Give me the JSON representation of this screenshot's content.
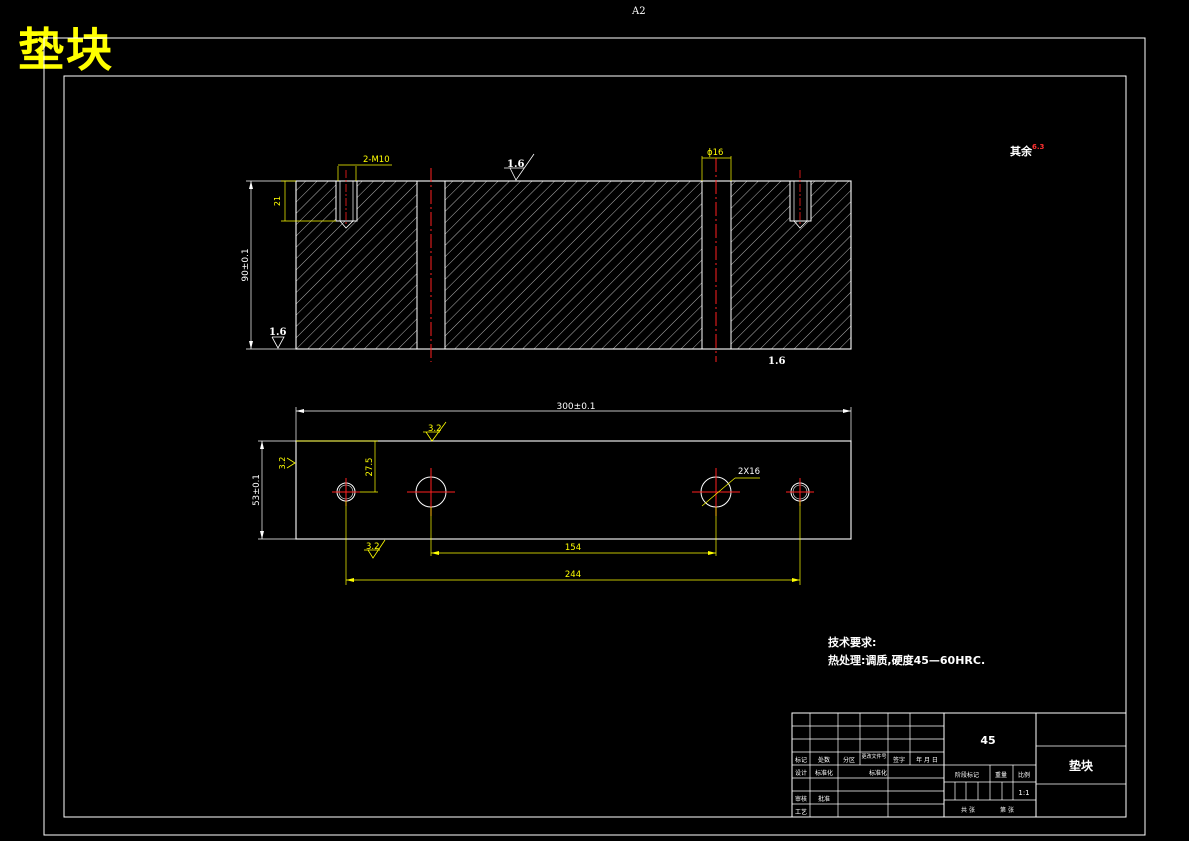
{
  "drawing": {
    "title": "垫块",
    "sheet_size": "A2",
    "other_roughness": "其余",
    "other_roughness_value": "6.3"
  },
  "front_view": {
    "dim_thread": "2-M10",
    "dim_thread_depth": "21",
    "dim_height": "90±0.1",
    "dim_bore": "ϕ16",
    "roughness_top": "1.6",
    "roughness_left": "1.6",
    "roughness_bottom": "1.6"
  },
  "top_view": {
    "dim_length": "300±0.1",
    "dim_width": "53±0.1",
    "dim_hole_offset": "27.5",
    "dim_bores": "2X16",
    "dim_bore_spacing": "154",
    "dim_thread_spacing": "244",
    "roughness_top": "3.2",
    "roughness_left": "3.2",
    "roughness_bottom": "3.2"
  },
  "tech_requirements": {
    "heading": "技术要求:",
    "line1": "热处理:调质,硬度45—60HRC."
  },
  "title_block": {
    "material": "45",
    "part_name": "垫块",
    "scale": "1:1",
    "h_mark": "标记",
    "h_count": "处数",
    "h_zone": "分区",
    "h_docno": "更改文件号",
    "h_sign": "签字",
    "h_date": "年 月 日",
    "h_design": "设计",
    "h_std": "标准化",
    "h_stage_mark": "阶段标记",
    "h_weight": "重量",
    "h_scale": "比例",
    "h_review": "审核",
    "h_approve": "批准",
    "h_process": "工艺",
    "h_sheets": "共 张",
    "h_sheet_no": "第 张"
  }
}
